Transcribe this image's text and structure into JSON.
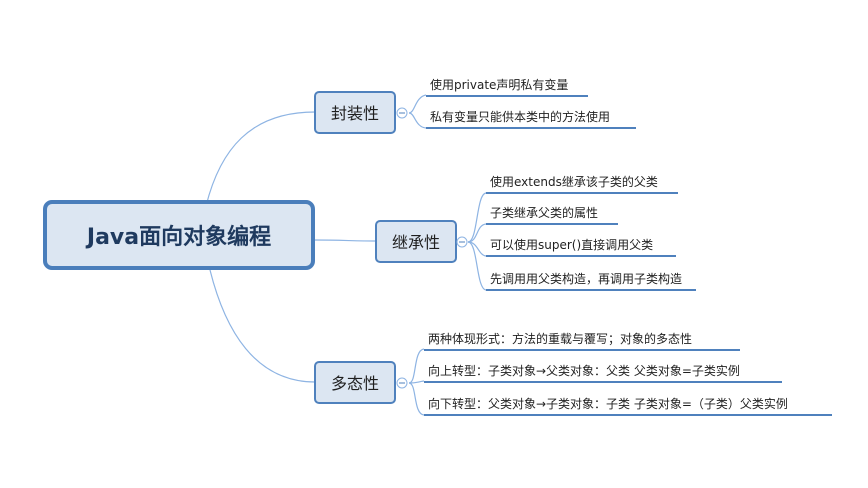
{
  "mindmap": {
    "root": "Java面向对象编程",
    "branches": [
      {
        "label": "封装性",
        "leaves": [
          "使用private声明私有变量",
          "私有变量只能供本类中的方法使用"
        ]
      },
      {
        "label": "继承性",
        "leaves": [
          "使用extends继承该子类的父类",
          "子类继承父类的属性",
          "可以使用super()直接调用父类",
          "先调用用父类构造，再调用子类构造"
        ]
      },
      {
        "label": "多态性",
        "leaves": [
          "两种体现形式：方法的重载与覆写；对象的多态性",
          "向上转型：子类对象→父类对象：父类 父类对象=子类实例",
          "向下转型：父类对象→子类对象：子类 子类对象=（子类）父类实例"
        ]
      }
    ]
  },
  "colors": {
    "node_fill": "#dce6f2",
    "node_border": "#4f81bd",
    "root_border": "#4a7ebb",
    "connector": "#8eb4e3",
    "leaf_underline": "#4f81bd",
    "text": "#1f1f1f"
  }
}
